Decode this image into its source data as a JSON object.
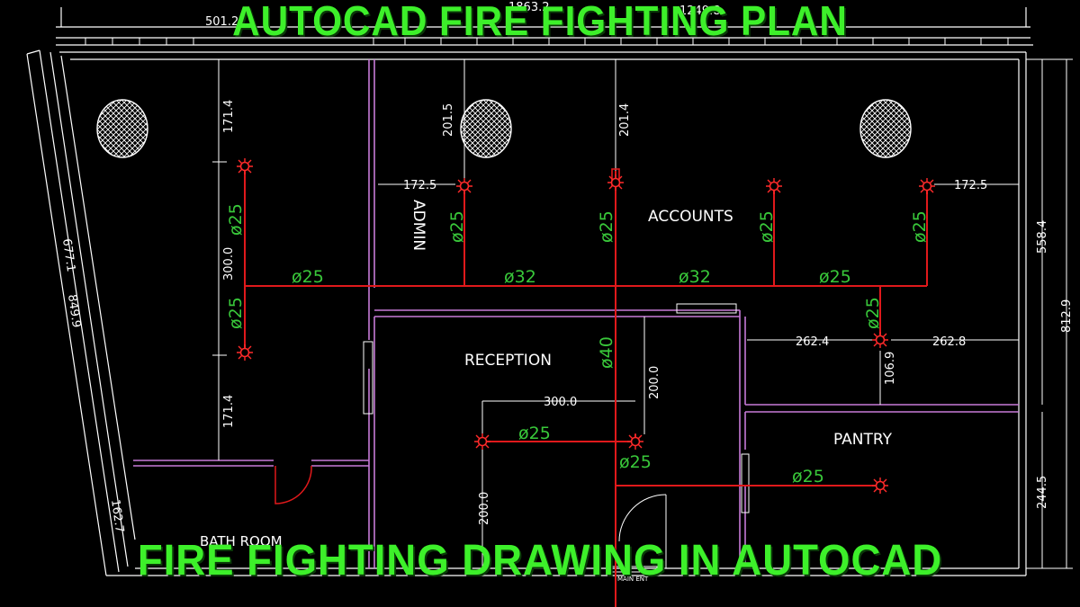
{
  "banner": {
    "top": "AUTOCAD FIRE FIGHTING PLAN",
    "bottom": "FIRE FIGHTING DRAWING IN AUTOCAD"
  },
  "rooms": {
    "admin": "ADMIN",
    "accounts": "ACCOUNTS",
    "reception": "RECEPTION",
    "pantry": "PANTRY",
    "bathroom": "BATH ROOM",
    "entrance": "MAIN ENT"
  },
  "dimensions": {
    "top_overall": "1863.2",
    "top_right": "1249.8",
    "top_left": "501.2",
    "left_top_drop": "171.4",
    "left_branch": "300.0",
    "left_bottom_drop": "171.4",
    "admin_offset": "172.5",
    "admin_drop": "201.5",
    "accounts_drop": "201.4",
    "right_offset": "172.5",
    "pantry_left": "262.4",
    "pantry_right": "262.8",
    "pantry_drop": "106.9",
    "reception_width": "300.0",
    "reception_drop": "200.0",
    "reception_lower": "200.0",
    "right_upper": "558.4",
    "right_overall": "812.9",
    "right_lower": "244.5",
    "diagonal_outer": "677.1",
    "diagonal_inner": "849.9",
    "diagonal_lower": "162.7"
  },
  "pipes": {
    "left_upper": "ø25",
    "left_lower": "ø25",
    "left_main": "ø25",
    "admin_branch": "ø25",
    "main_left": "ø32",
    "accounts_branch": "ø25",
    "main_right": "ø32",
    "accounts_right_branch": "ø25",
    "main_far_right": "ø25",
    "right_branch": "ø25",
    "pantry_riser": "ø25",
    "riser": "ø40",
    "reception_main": "ø25",
    "reception_tee": "ø25",
    "pantry_branch": "ø25"
  },
  "colors": {
    "background": "#000000",
    "banner_text": "#3df02a",
    "walls": "#ffffff",
    "partitions": "#c77ad8",
    "pipes": "#e0191b",
    "pipe_labels": "#39c83a",
    "sprinklers": "#ff2a2a"
  },
  "icons": {
    "sprinkler": "sprinkler-head-icon",
    "light": "hatched-light-fixture-icon",
    "door": "door-swing-icon"
  }
}
